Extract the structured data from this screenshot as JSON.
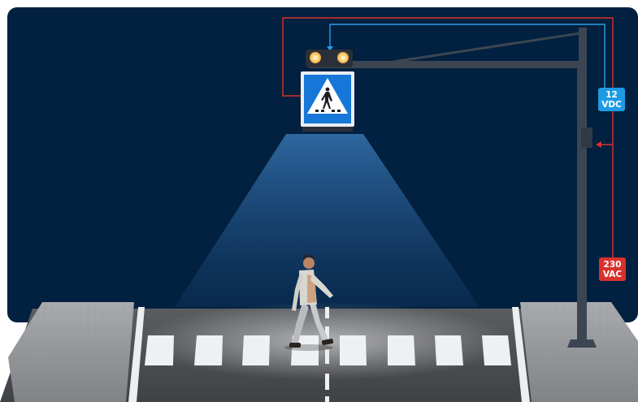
{
  "labels": {
    "dc_voltage_line1": "12",
    "dc_voltage_line2": "VDC",
    "ac_voltage_line1": "230",
    "ac_voltage_line2": "VAC"
  },
  "colors": {
    "night_sky": "#02203f",
    "dc_wire": "#2a9ee8",
    "ac_wire": "#d8322c",
    "dc_badge": "#1f9be3",
    "ac_badge": "#d8322c",
    "sign_blue": "#1677d8",
    "pole": "#3c4652",
    "lamp_glow": "#ffdd8a",
    "road": "#4d4f53",
    "stripe": "#eef0f2"
  },
  "icons": {
    "sign": "pedestrian-crossing-icon"
  }
}
